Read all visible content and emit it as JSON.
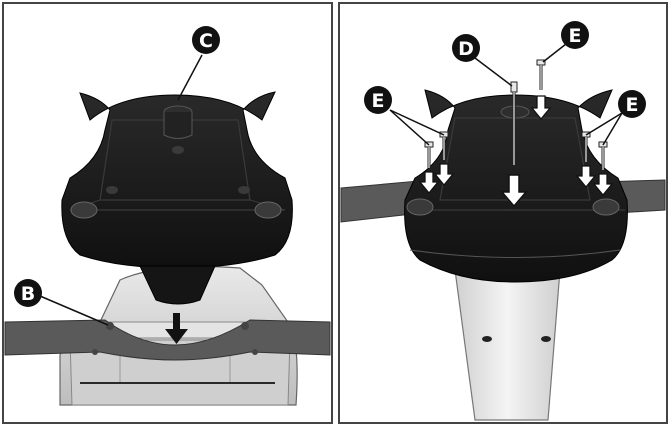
{
  "callouts": {
    "b": "B",
    "c": "C",
    "d": "D",
    "e": "E"
  },
  "colors": {
    "part_dark": "#1a1a1a",
    "part_light": "#d8d8d8",
    "bar_gray": "#5a5a5a",
    "pole_light": "#e6e6e6",
    "frame": "#444444",
    "background": "#ffffff"
  }
}
